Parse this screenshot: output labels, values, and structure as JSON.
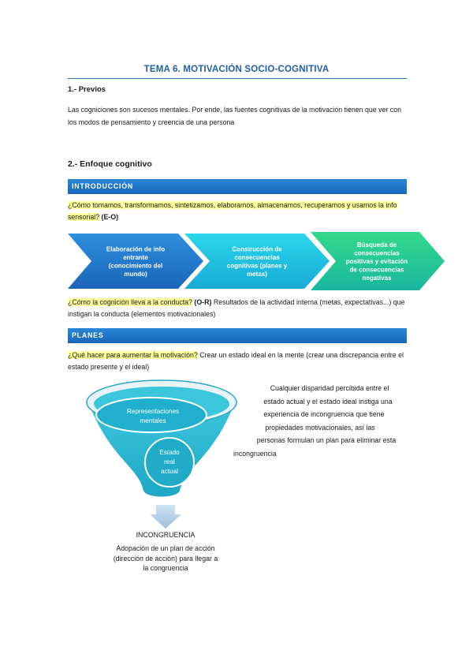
{
  "title": "TEMA 6. MOTIVACIÓN SOCIO-COGNITIVA",
  "section1": {
    "heading": "1.- Previos",
    "text": "Las cogniciones son sucesos mentales. Por ende, las fuentes cognitivas de la motivación tienen que ver con los modos de pensamiento y creencia de una persona"
  },
  "section2": {
    "heading": "2.- Enfoque cognitivo",
    "intro_bar": "INTRODUCCIÓN",
    "q1_highlight": "¿Cómo tomamos, transformamos, sintetizamos, elaboramos, almacenamos, recuperamos y usamos la info sensorial?",
    "q1_tag": " (E-O)",
    "chevrons": [
      {
        "label": "Elaboración de info entrante (conocimiento del mundo)",
        "lines": [
          "Elaboración de info",
          "entrante",
          "(conocimiento del",
          "mundo)"
        ],
        "color_from": "#1f6fc2",
        "color_to": "#2f8fe0"
      },
      {
        "label": "Construcción de consecuencias cognitivas (planes y metas)",
        "lines": [
          "Construcción de",
          "consecuencias",
          "cognitivas (planes y",
          "metas)"
        ],
        "color_from": "#1bb0d8",
        "color_to": "#2ad2e6"
      },
      {
        "label": "Búsqueda de consecuencias positivas y evitación de consecuencias negativas",
        "lines": [
          "Búsqueda de",
          "consecuencias",
          "positivas y evitación",
          "de consecuencias",
          "negativas"
        ],
        "color_from": "#1bbfa0",
        "color_to": "#2fd68a"
      }
    ],
    "q2_highlight": "¿Cómo la cognición lleva a la conducta?",
    "q2_tag": " (O-R)",
    "q2_rest": " Resultados de la actividad interna (metas, expectativas...) que instigan la conducta (elementos motivacionales)",
    "plans_bar": "PLANES",
    "q3_highlight": "¿Qué hacer para aumentar la motivación?",
    "q3_rest": " Crear un estado ideal en la mente (crear una discrepancia entre el estado presente y el ideal)"
  },
  "diagram": {
    "top_ellipse": [
      "Representaciones",
      "mentales"
    ],
    "circle": [
      "Estado",
      "real",
      "actual"
    ],
    "bottom_title": "INCONGRUENCIA",
    "bottom_text": [
      "Adopación de un plan de acción",
      "(dirección de acción) para llegar a",
      "la congruencia"
    ],
    "side_text": [
      "Cualquier disparidad percibida entre el",
      "estado actual y el estado ideal instiga una",
      "experiencia de incongruencia que tiene",
      "propiedades motivacionales, así las",
      "personas formulan un plan para eliminar esta",
      "incongruencia"
    ]
  },
  "colors": {
    "title": "#1f5fa5",
    "bar": "#1e73c8",
    "highlight": "#ffff9c",
    "funnel": "#2fb8cf"
  }
}
